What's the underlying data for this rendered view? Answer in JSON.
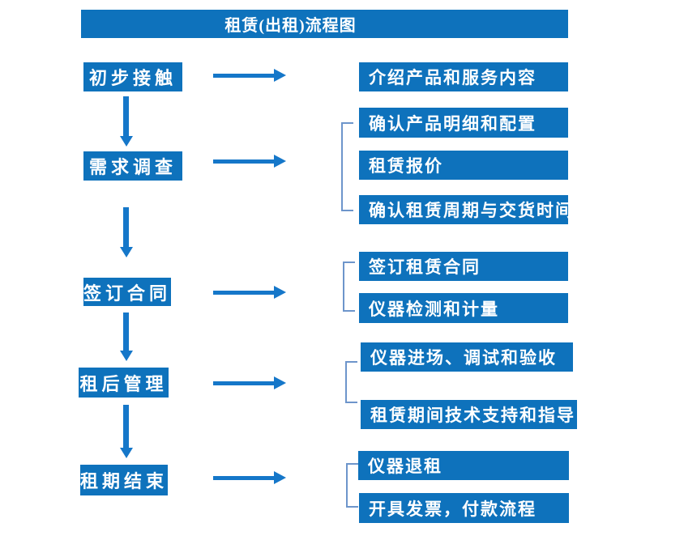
{
  "title": "租赁(出租)流程图",
  "colors": {
    "primary_blue": "#0e72bc",
    "arrow_blue": "#1577c9",
    "bracket_blue": "#6d95cb",
    "text_white": "#ffffff",
    "background": "#ffffff"
  },
  "steps": [
    {
      "label": "初步接触",
      "details": [
        "介绍产品和服务内容"
      ]
    },
    {
      "label": "需求调查",
      "details": [
        "确认产品明细和配置",
        "租赁报价",
        "确认租赁周期与交货时间"
      ]
    },
    {
      "label": "签订合同",
      "details": [
        "签订租赁合同",
        "仪器检测和计量"
      ]
    },
    {
      "label": "租后管理",
      "details": [
        "仪器进场、调试和验收",
        "租赁期间技术支持和指导"
      ]
    },
    {
      "label": "租期结束",
      "details": [
        "仪器退租",
        "开具发票，付款流程"
      ]
    }
  ]
}
